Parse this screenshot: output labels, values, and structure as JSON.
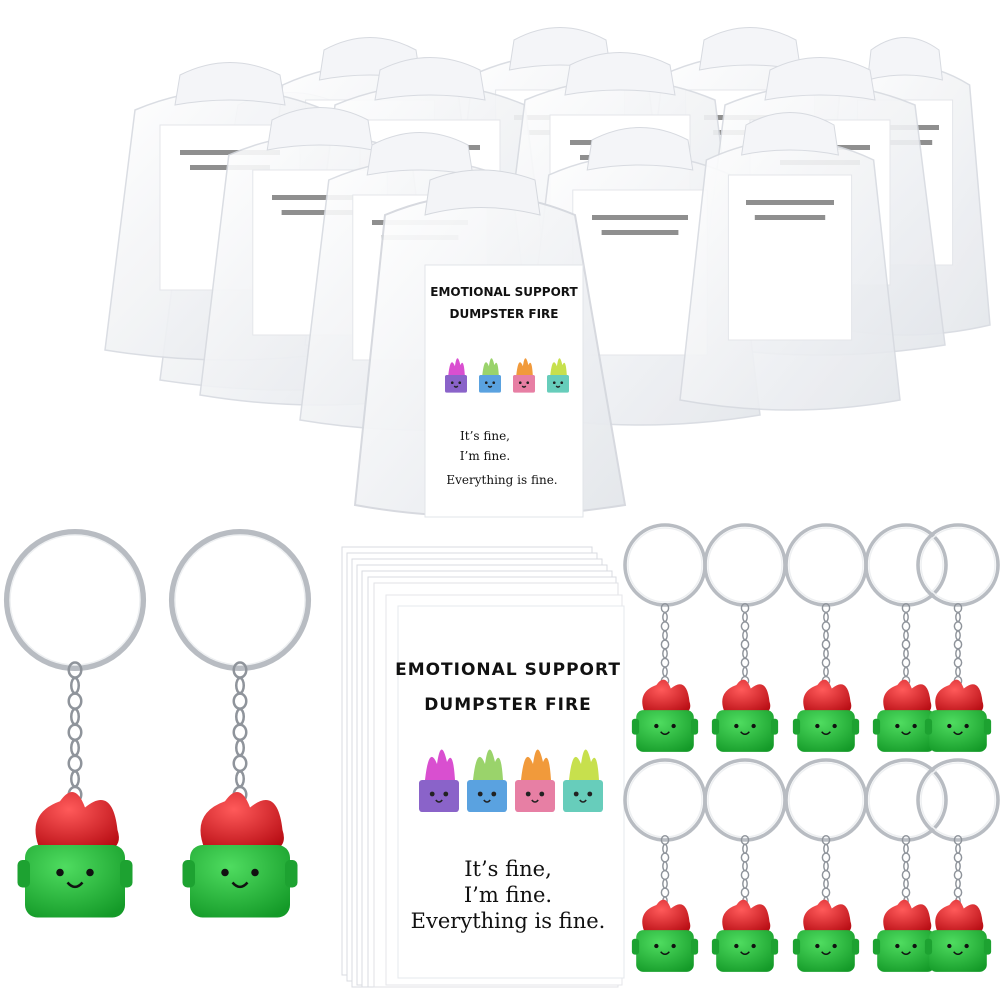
{
  "card": {
    "title_line1": "EMOTIONAL SUPPORT",
    "title_line2": "DUMPSTER FIRE",
    "body_line1": "It’s fine,",
    "body_line2": "I’m fine.",
    "body_line3": "Everything is fine."
  },
  "colors": {
    "flame_red": "#d8141c",
    "bin_green": "#21b236",
    "metal": "#b8bcc2",
    "bag": "#eef0f4"
  },
  "icons": {
    "bin_colors": [
      "#8a63c9",
      "#5aa2e0",
      "#e77fa4",
      "#67cdbb"
    ],
    "flame_colors": [
      "#d94fd0",
      "#9ad36b",
      "#f19a3b",
      "#c7e04d"
    ]
  }
}
